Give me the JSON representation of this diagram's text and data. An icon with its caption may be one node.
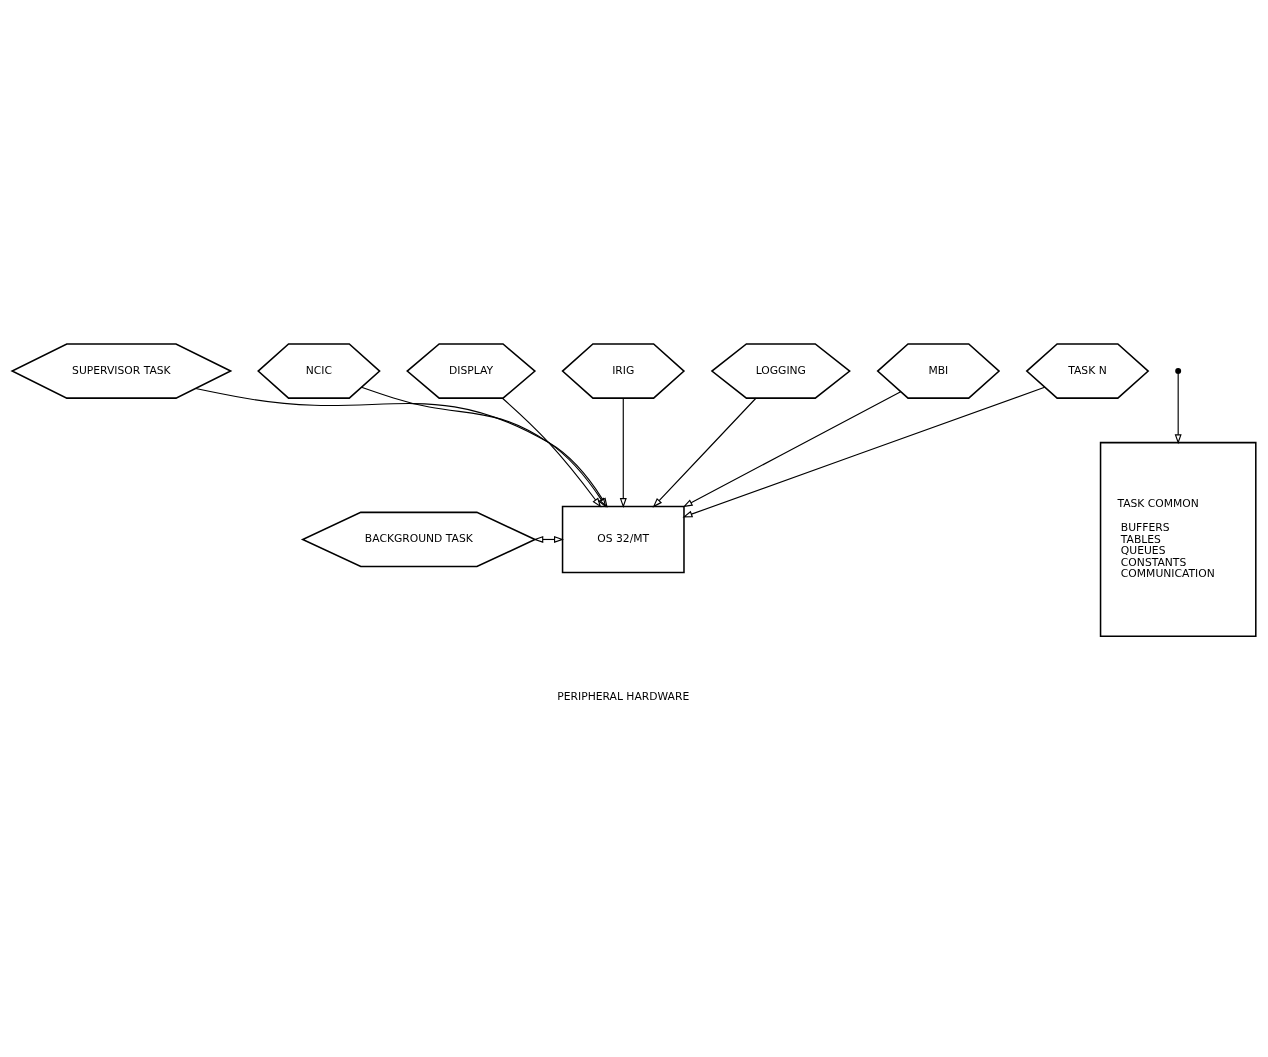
{
  "diagram": {
    "nodes": [
      {
        "text": [
          "BACKGROUND TASK"
        ]
      },
      {
        "text": [
          "OS 32/MT"
        ]
      },
      {
        "text": [
          "SUPERVISOR TASK"
        ]
      },
      {
        "text": [
          "NCIC"
        ]
      },
      {
        "text": [
          "DISPLAY"
        ]
      },
      {
        "text": [
          "IRIG"
        ]
      },
      {
        "text": [
          "LOGGING"
        ]
      },
      {
        "text": [
          "MBI"
        ]
      },
      {
        "text": [
          "TASK N"
        ]
      },
      {
        "text": [
          "TASK COMMON",
          "BUFFERS",
          "TABLES",
          "QUEUES",
          "CONSTANTS",
          "COMMUNICATION"
        ]
      }
    ],
    "edges": [
      {
        "from": 0,
        "to": 1,
        "arrow": "both"
      },
      {
        "from": 2,
        "to": 1,
        "arrow": "to"
      },
      {
        "from": 3,
        "to": 1,
        "arrow": "to"
      },
      {
        "from": 4,
        "to": 1,
        "arrow": "to"
      },
      {
        "from": 5,
        "to": 1,
        "arrow": "to"
      },
      {
        "from": 6,
        "to": 1,
        "arrow": "to"
      },
      {
        "from": 7,
        "to": 1,
        "arrow": "to"
      },
      {
        "from": 8,
        "to": 1,
        "arrow": "to"
      },
      {
        "from": null,
        "to": 9,
        "arrow": "to"
      }
    ],
    "labels": [
      "PERIPHERAL HARDWARE"
    ]
  }
}
